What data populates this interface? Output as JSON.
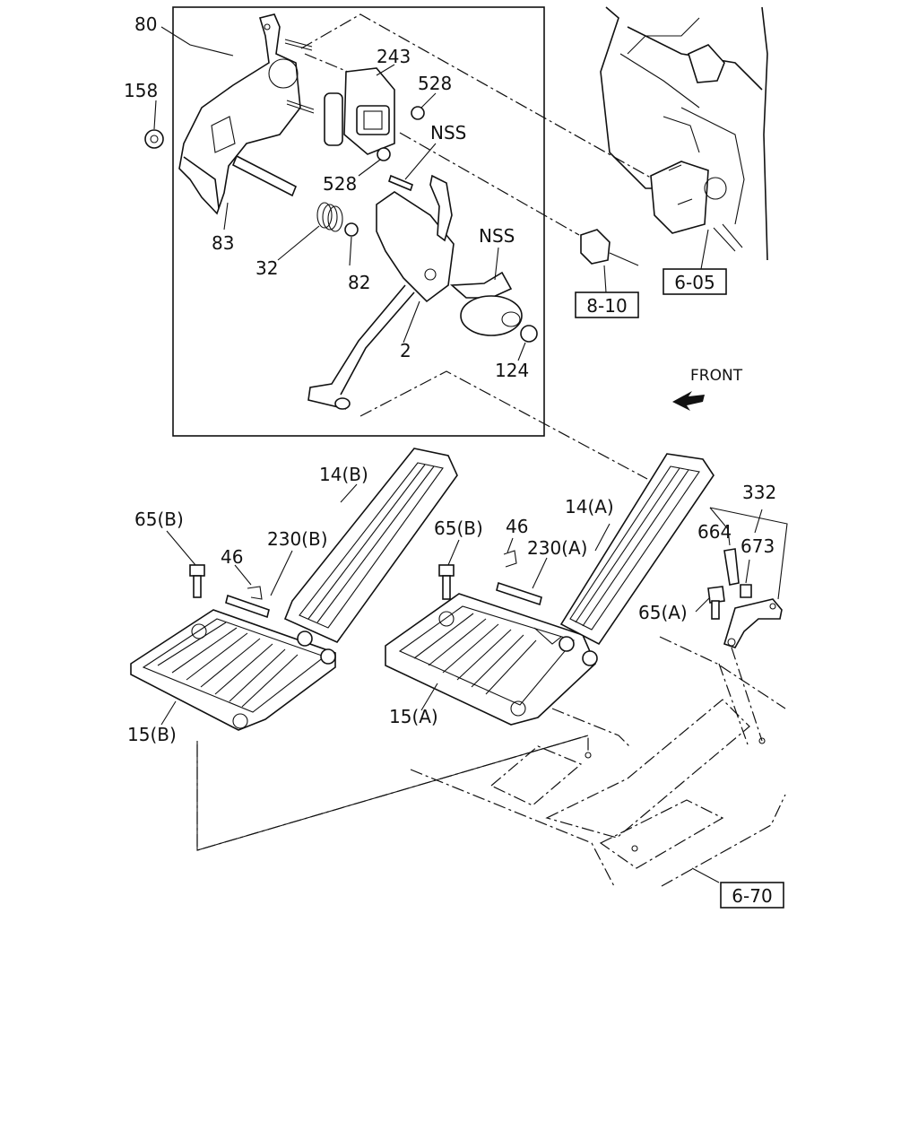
{
  "front_label": "FRONT",
  "labels": {
    "p80": "80",
    "p158": "158",
    "p243": "243",
    "p528a": "528",
    "p528b": "528",
    "nss1": "NSS",
    "nss2": "NSS",
    "p83": "83",
    "p32": "32",
    "p82": "82",
    "p2": "2",
    "p124": "124",
    "p14b": "14(B)",
    "p14a": "14(A)",
    "p332": "332",
    "p65b1": "65(B)",
    "p65b2": "65(B)",
    "p46a": "46",
    "p46b": "46",
    "p230b": "230(B)",
    "p230a": "230(A)",
    "p664": "664",
    "p673": "673",
    "p65a": "65(A)",
    "p15b": "15(B)",
    "p15a": "15(A)"
  },
  "refs": {
    "r605": "6-05",
    "r810": "8-10",
    "r670": "6-70"
  }
}
